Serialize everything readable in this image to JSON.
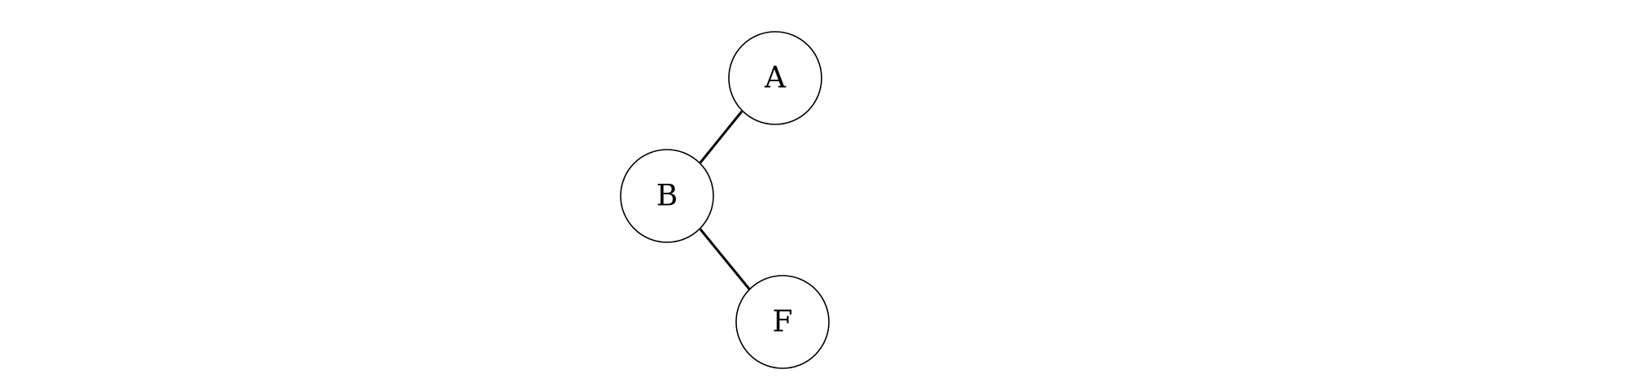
{
  "diagram": {
    "type": "tree",
    "nodes": [
      {
        "id": "A",
        "label": "A"
      },
      {
        "id": "B",
        "label": "B"
      },
      {
        "id": "F",
        "label": "F"
      }
    ],
    "edges": [
      {
        "from": "A",
        "to": "B"
      },
      {
        "from": "B",
        "to": "F"
      }
    ]
  },
  "colors": {
    "stroke": "#000000",
    "fill": "#ffffff",
    "text": "#000000"
  }
}
